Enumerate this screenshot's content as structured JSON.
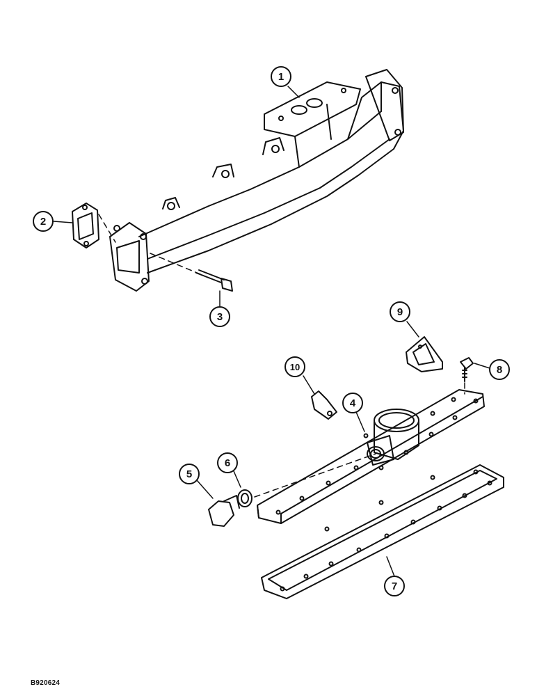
{
  "figure": {
    "reference_code": "B920624",
    "callouts": [
      {
        "id": "callout-1",
        "label": "1"
      },
      {
        "id": "callout-2",
        "label": "2"
      },
      {
        "id": "callout-3",
        "label": "3"
      },
      {
        "id": "callout-4",
        "label": "4"
      },
      {
        "id": "callout-5",
        "label": "5"
      },
      {
        "id": "callout-6",
        "label": "6"
      },
      {
        "id": "callout-7",
        "label": "7"
      },
      {
        "id": "callout-8",
        "label": "8"
      },
      {
        "id": "callout-9",
        "label": "9"
      },
      {
        "id": "callout-10",
        "label": "10"
      }
    ]
  }
}
